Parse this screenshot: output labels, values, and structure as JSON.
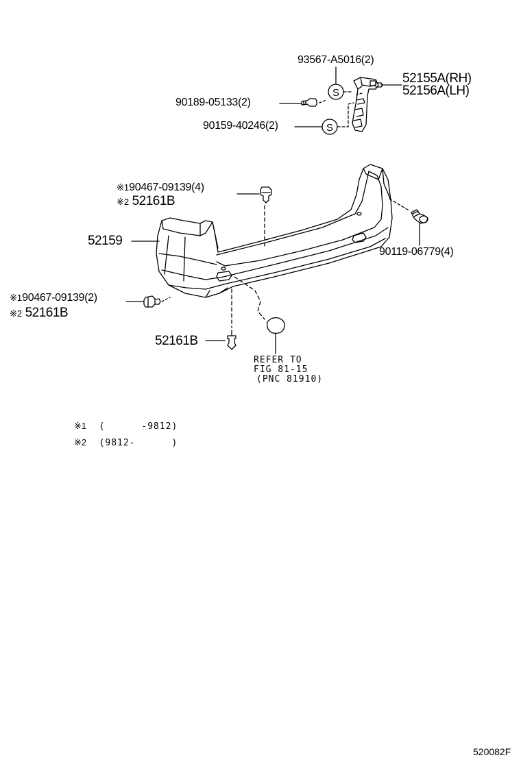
{
  "labels": {
    "seal_top": "93567-A5016(2)",
    "part_rh": "52155A(RH)",
    "part_lh": "52156A(LH)",
    "bolt_upper": "90189-05133(2)",
    "screw_upper": "90159-40246(2)",
    "seal_letter": "S",
    "mark1": "※1",
    "mark2": "※2",
    "clip_upper_1": "90467-09139(4)",
    "clip_upper_2": "52161B",
    "bumper": "52159",
    "screw_right": "90119-06779(4)",
    "clip_left_1": "90467-09139(2)",
    "clip_left_2": "52161B",
    "clip_bottom": "52161B",
    "refer_1": "REFER TO",
    "refer_2": "FIG 81-15",
    "refer_3": "(PNC 81910)"
  },
  "legend": [
    {
      "mark": "※1",
      "range": "(      -9812)"
    },
    {
      "mark": "※2",
      "range": "(9812-      )"
    }
  ],
  "figure_code": "520082F"
}
